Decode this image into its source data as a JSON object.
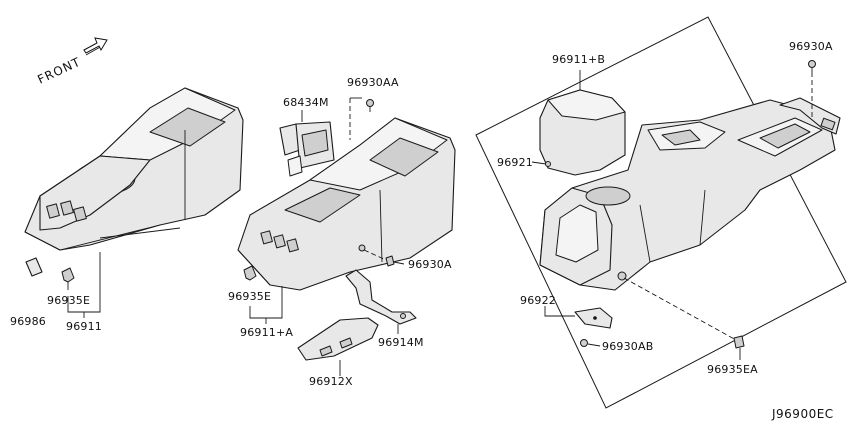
{
  "front_label": "FRONT",
  "diagram_code": "J96900EC",
  "labels": {
    "p96986": "96986",
    "p96935E_a": "96935E",
    "p96911": "96911",
    "p68434M": "68434M",
    "p96930AA": "96930AA",
    "p96930A_mid": "96930A",
    "p96935E_b": "96935E",
    "p96911A": "96911+A",
    "p96914M": "96914M",
    "p96912X": "96912X",
    "p96911B": "96911+B",
    "p96930A_right": "96930A",
    "p96921": "96921",
    "p96922": "96922",
    "p96930AB": "96930AB",
    "p96935EA": "96935EA"
  }
}
